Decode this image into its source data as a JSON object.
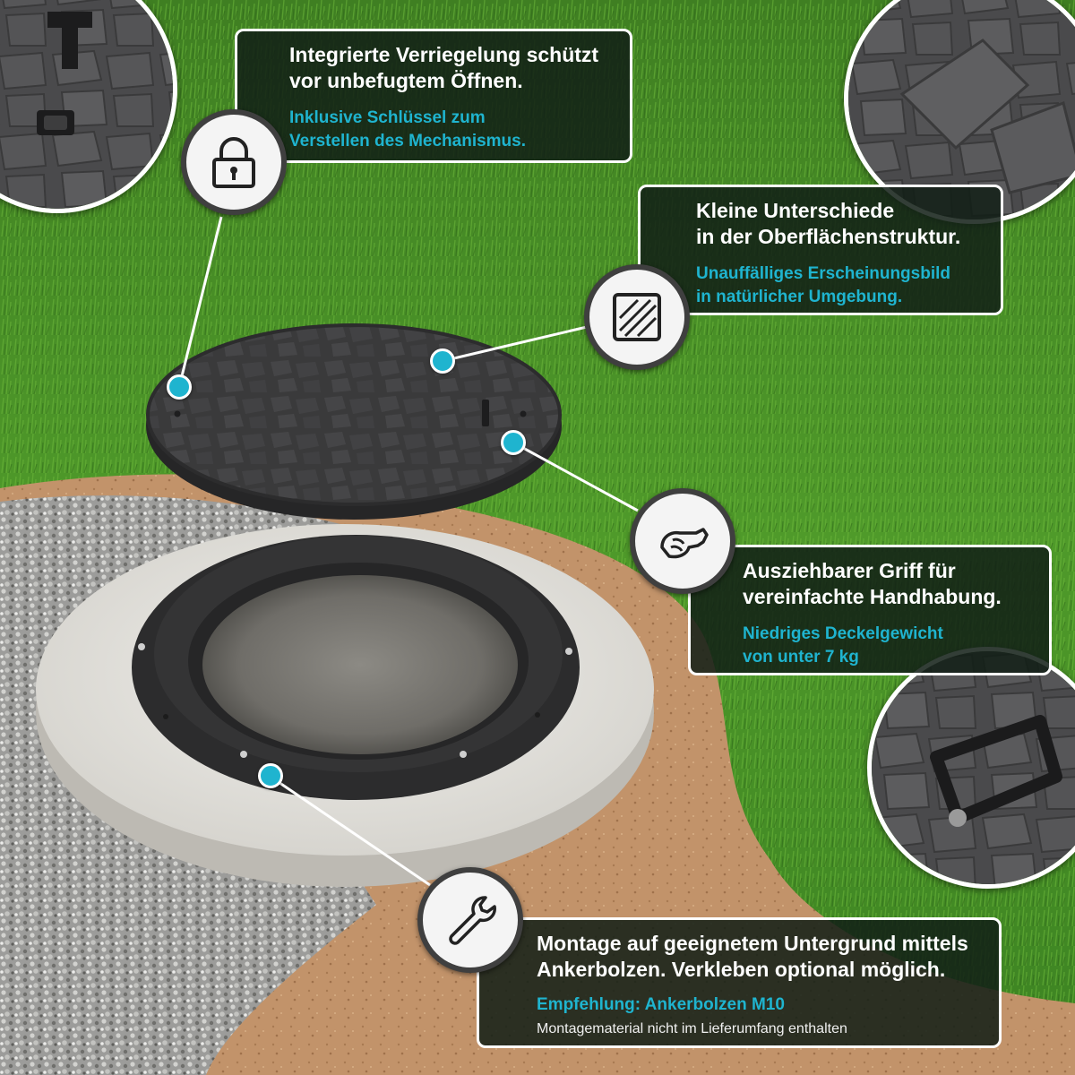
{
  "colors": {
    "accent": "#1fb4cf",
    "panel_bg": "#121e16",
    "text": "#ffffff"
  },
  "callouts": [
    {
      "id": "lock",
      "icon": "padlock-icon",
      "title": "Integrierte Verriegelung schützt\nvor unbefugtem Öffnen.",
      "subtitle": "Inklusive Schlüssel zum\nVerstellen des Mechanismus."
    },
    {
      "id": "surface",
      "icon": "texture-hatch-icon",
      "title": "Kleine Unterschiede\nin der Oberflächenstruktur.",
      "subtitle": "Unauffälliges Erscheinungsbild\nin natürlicher Umgebung."
    },
    {
      "id": "handle",
      "icon": "grip-hand-icon",
      "title": "Ausziehbarer Griff für\nvereinfachte Handhabung.",
      "subtitle": "Niedriges Deckelgewicht\nvon unter 7 kg"
    },
    {
      "id": "mounting",
      "icon": "wrench-icon",
      "title": "Montage auf geeignetem Untergrund mittels\nAnkerbolzen. Verkleben optional möglich.",
      "subtitle": "Empfehlung: Ankerbolzen M10",
      "note": "Montagematerial nicht im Lieferumfang enthalten"
    }
  ]
}
